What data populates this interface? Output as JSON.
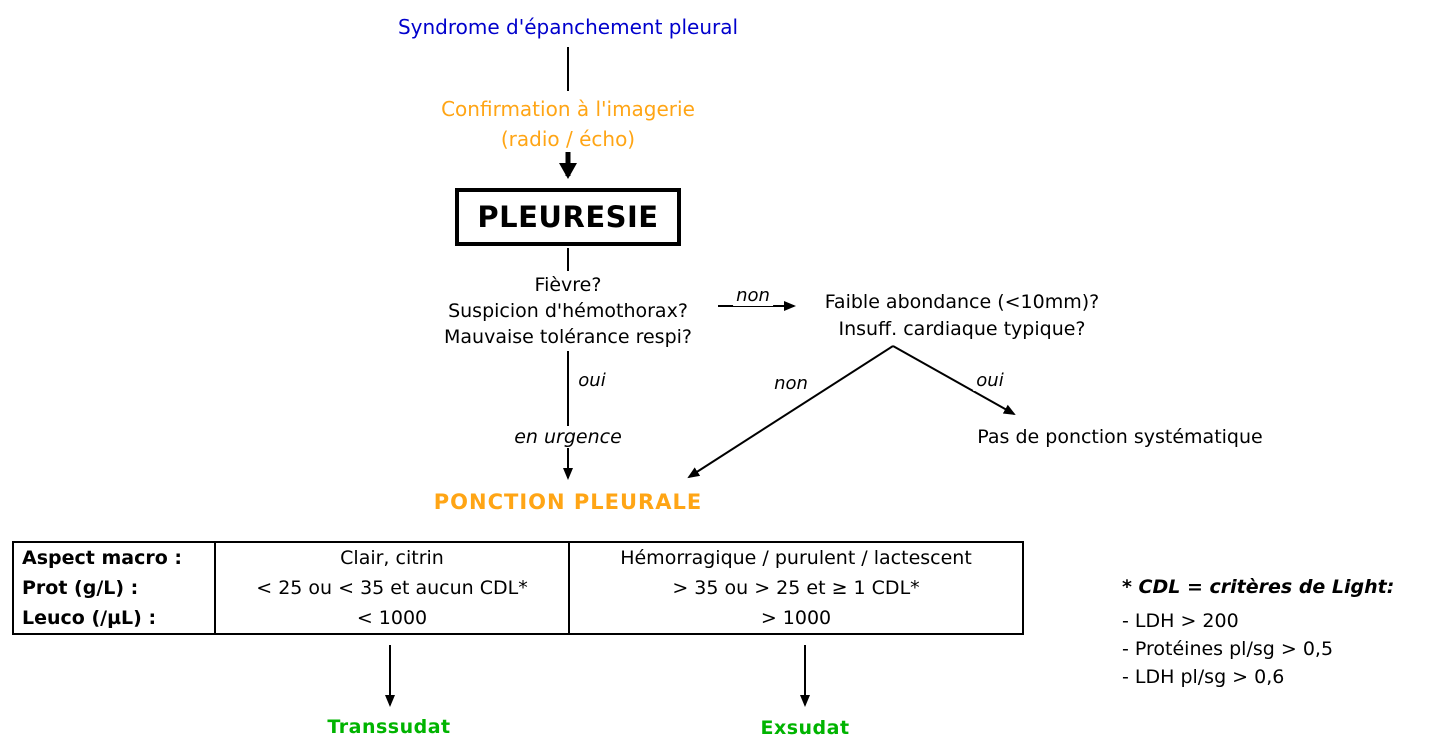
{
  "colors": {
    "title": "#0000cc",
    "accent_orange": "#ffa515",
    "outcome_green": "#00b400"
  },
  "nodes": {
    "title": "Syndrome d'épanchement pleural",
    "imaging_line1": "Confirmation à l'imagerie",
    "imaging_line2": "(radio / écho)",
    "pleuresie": "PLEURESIE",
    "triage_line1": "Fièvre?",
    "triage_line2": "Suspicion d'hémothorax?",
    "triage_line3": "Mauvaise tolérance respi?",
    "low_abundance_line1": "Faible abondance (<10mm)?",
    "low_abundance_line2": "Insuff. cardiaque typique?",
    "no_puncture": "Pas de ponction systématique",
    "ponction": "PONCTION PLEURALE"
  },
  "edge_labels": {
    "non_to_right": "non",
    "oui_down": "oui",
    "en_urgence": "en urgence",
    "non_diag": "non",
    "oui_diag": "oui"
  },
  "table": {
    "rows": [
      {
        "label": "Aspect macro :",
        "transsudat": "Clair, citrin",
        "exsudat": "Hémorragique / purulent / lactescent"
      },
      {
        "label": "Prot (g/L) :",
        "transsudat": "< 25 ou < 35 et aucun CDL*",
        "exsudat": "> 35 ou > 25 et ≥ 1 CDL*"
      },
      {
        "label": "Leuco (/µL) :",
        "transsudat": "< 1000",
        "exsudat": "> 1000"
      }
    ]
  },
  "light_criteria": {
    "title": "* CDL = critères de Light:",
    "items": [
      "- LDH > 200",
      "- Protéines pl/sg > 0,5",
      "- LDH pl/sg > 0,6"
    ]
  },
  "outcomes": {
    "transsudat": "Transsudat",
    "exsudat": "Exsudat"
  }
}
